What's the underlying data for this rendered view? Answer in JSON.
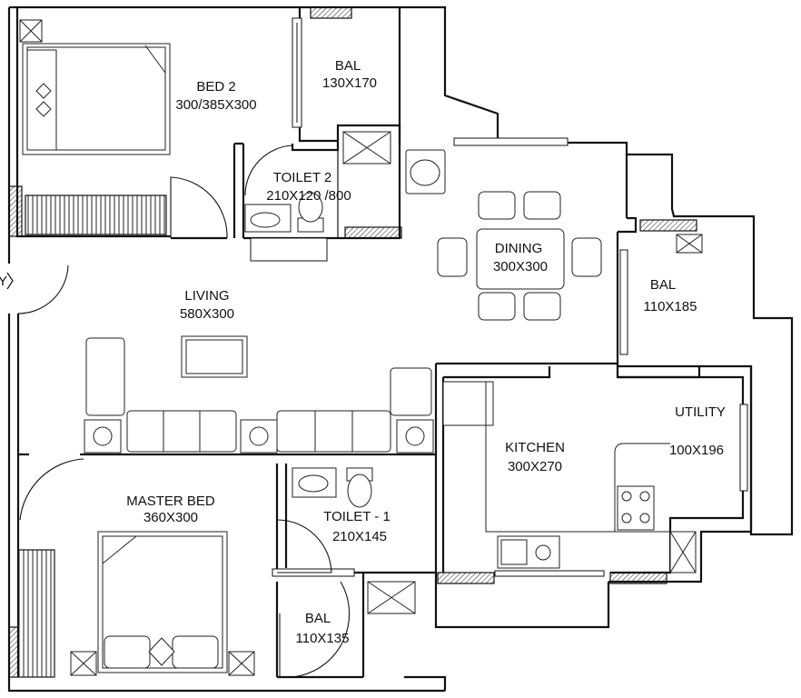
{
  "rooms": {
    "bed2": {
      "name": "BED 2",
      "size": "300/385X300"
    },
    "bal_top": {
      "name": "BAL",
      "size": "130X170"
    },
    "toilet2": {
      "name": "TOILET 2",
      "size": "210X120 /800"
    },
    "dining": {
      "name": "DINING",
      "size": "300X300"
    },
    "bal_right": {
      "name": "BAL",
      "size": "110X185"
    },
    "living": {
      "name": "LIVING",
      "size": "580X300"
    },
    "utility": {
      "name": "UTILITY",
      "size": "100X196"
    },
    "kitchen": {
      "name": "KITCHEN",
      "size": "300X270"
    },
    "master_bed": {
      "name": "MASTER BED",
      "size": "360X300"
    },
    "toilet1": {
      "name": "TOILET - 1",
      "size": "210X145"
    },
    "bal_bottom": {
      "name": "BAL",
      "size": "110X135"
    }
  },
  "entry_fragment": "Y"
}
